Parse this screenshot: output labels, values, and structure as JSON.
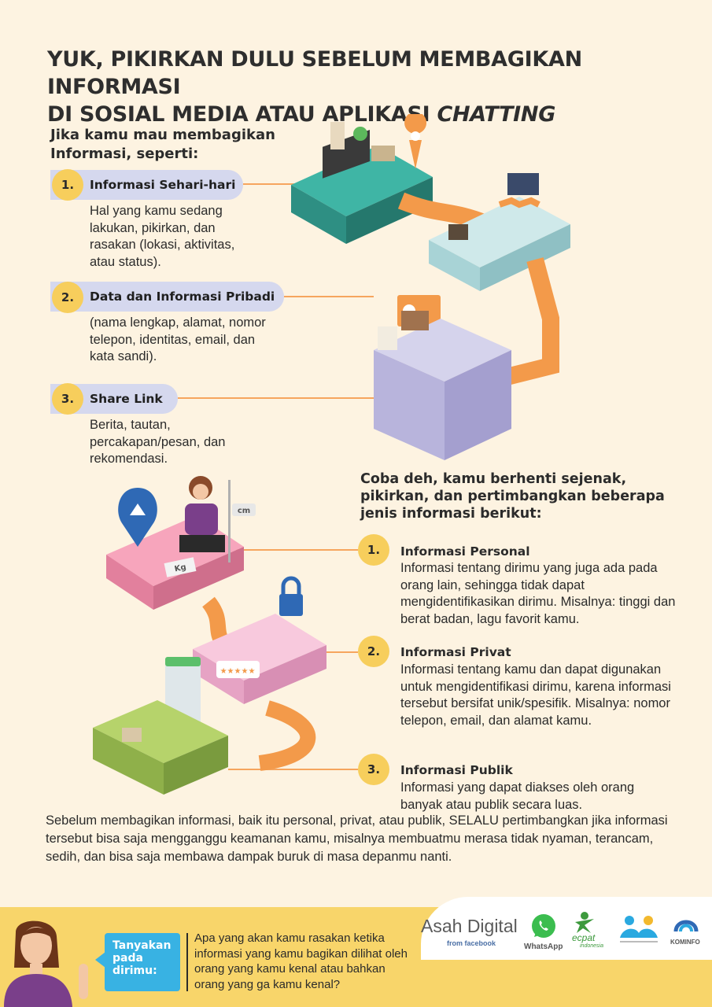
{
  "title": {
    "line1": "YUK, PIKIRKAN DULU SEBELUM MEMBAGIKAN INFORMASI",
    "line2_prefix": "DI SOSIAL MEDIA ATAU APLIKASI ",
    "line2_emphasis": "CHATTING"
  },
  "intro": "Jika kamu mau membagikan Informasi, seperti:",
  "share_items": [
    {
      "number": "1.",
      "title": "Informasi Sehari-hari",
      "description": "Hal yang kamu sedang lakukan, pikirkan, dan rasakan (lokasi, aktivitas, atau status)."
    },
    {
      "number": "2.",
      "title": "Data dan Informasi Pribadi",
      "description": "(nama lengkap, alamat, nomor telepon, identitas, email, dan kata sandi)."
    },
    {
      "number": "3.",
      "title": "Share Link",
      "description": "Berita, tautan, percakapan/pesan, dan rekomendasi."
    }
  ],
  "consider_heading": "Coba deh, kamu berhenti sejenak, pikirkan, dan pertimbangkan beberapa jenis informasi berikut:",
  "info_types": [
    {
      "number": "1.",
      "title": "Informasi Personal",
      "description": "Informasi tentang dirimu yang juga ada pada orang lain, sehingga tidak dapat mengidentifikasikan dirimu. Misalnya: tinggi dan berat badan, lagu favorit kamu."
    },
    {
      "number": "2.",
      "title": "Informasi Privat",
      "description": "Informasi tentang kamu dan dapat digunakan untuk mengidentifikasi dirimu, karena informasi tersebut bersifat unik/spesifik. Misalnya: nomor telepon, email, dan alamat kamu."
    },
    {
      "number": "3.",
      "title": "Informasi Publik",
      "description": "Informasi yang dapat diakses oleh orang banyak atau publik secara luas."
    }
  ],
  "summary": "Sebelum membagikan informasi, baik itu personal, privat, atau publik, SELALU pertimbangkan jika informasi tersebut bisa saja mengganggu keamanan kamu, misalnya membuatmu merasa tidak nyaman, terancam, sedih, dan bisa saja membawa dampak buruk di masa depanmu nanti.",
  "footer": {
    "ask_label": "Tanyakan pada dirimu:",
    "question": "Apa yang akan kamu rasakan ketika informasi yang kamu bagikan dilihat oleh orang yang kamu kenal atau bahkan orang yang ga kamu kenal?"
  },
  "logos": {
    "asah_digital": "Asah Digital",
    "from_facebook": "from facebook",
    "whatsapp": "WhatsApp",
    "ecpat": "ecpat",
    "ecpat_sub": "indonesia",
    "kominfo": "KOMINFO"
  },
  "illustration": {
    "ruler_unit": "cm",
    "scale_unit": "Kg",
    "rating_stars": "★★★★★"
  },
  "colors": {
    "background": "#fdf3e1",
    "pill": "#d5d8ee",
    "number_circle": "#f7ce5c",
    "connector": "#f6a55e",
    "footer": "#f8d56a",
    "ask_box": "#38b2e3",
    "path_orange": "#f39a4a"
  }
}
